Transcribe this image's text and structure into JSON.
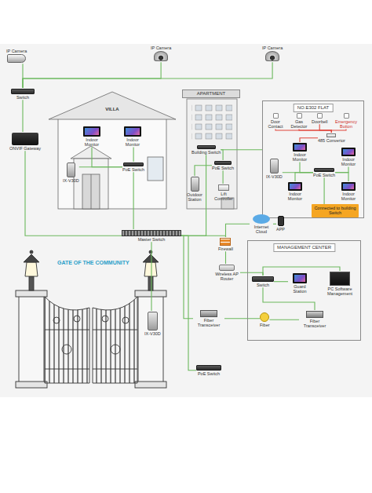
{
  "diagram": {
    "nodes": [
      {
        "text": [
          "IP Camera"
        ]
      },
      {
        "text": [
          "IP Camera"
        ]
      },
      {
        "text": [
          "IP Camera"
        ]
      },
      {
        "text": [
          "Switch"
        ]
      },
      {
        "text": [
          "ONVIF Gateway"
        ]
      },
      {
        "text": [
          "VILLA"
        ]
      },
      {
        "text": [
          "Indoor Monitor"
        ],
        "in": 5
      },
      {
        "text": [
          "Indoor Monitor"
        ],
        "in": 5
      },
      {
        "text": [
          "PoE Switch"
        ],
        "in": 5
      },
      {
        "text": [
          "IX-V30D"
        ],
        "in": 5
      },
      {
        "text": [
          "APARTMENT"
        ]
      },
      {
        "text": [
          "Building Switch"
        ],
        "in": 10
      },
      {
        "text": [
          "PoE Switch"
        ],
        "in": 10
      },
      {
        "text": [
          "Outdoor Station"
        ],
        "in": 10
      },
      {
        "text": [
          "Lift Controller"
        ],
        "in": 10
      },
      {
        "text": [
          "NO.E302 FLAT"
        ]
      },
      {
        "text": [
          "Gas Detector"
        ],
        "in": 15
      },
      {
        "text": [
          "Door Contact"
        ],
        "in": 15
      },
      {
        "text": [
          "Doorbell"
        ],
        "in": 15
      },
      {
        "text": [
          "Emergency Button"
        ],
        "in": 15
      },
      {
        "text": [
          "485 Convertor"
        ],
        "in": 15
      },
      {
        "text": [
          "IX-V30D"
        ],
        "in": 15
      },
      {
        "text": [
          "Indoor Monitor"
        ],
        "in": 15
      },
      {
        "text": [
          "Indoor Monitor"
        ],
        "in": 15
      },
      {
        "text": [
          "PoE Switch"
        ],
        "in": 15
      },
      {
        "text": [
          "Indoor Monitor"
        ],
        "in": 15
      },
      {
        "text": [
          "Indoor Monitor"
        ],
        "in": 15
      },
      {
        "text": [
          "Connected to building Switch"
        ],
        "in": 15
      },
      {
        "text": [
          "Master Switch"
        ]
      },
      {
        "text": [
          "Internet Cloud"
        ]
      },
      {
        "text": [
          "APP"
        ]
      },
      {
        "text": [
          "Firewall"
        ]
      },
      {
        "text": [
          "Wireless AP Router"
        ]
      },
      {
        "text": [
          "MANAGEMENT CENTER"
        ]
      },
      {
        "text": [
          "Switch"
        ],
        "in": 33
      },
      {
        "text": [
          "Guard Station"
        ],
        "in": 33
      },
      {
        "text": [
          "PC Software Management"
        ],
        "in": 33
      },
      {
        "text": [
          "Fiber Transceiver"
        ]
      },
      {
        "text": [
          "Fiber"
        ],
        "in": 33
      },
      {
        "text": [
          "Fiber Transceiver"
        ],
        "in": 33
      },
      {
        "text": [
          "IX-V30D"
        ]
      },
      {
        "text": [
          "PoE Switch"
        ]
      }
    ],
    "edges": [
      {
        "from": 3,
        "to": 0,
        "arrow": "none"
      },
      {
        "from": 3,
        "to": 1,
        "arrow": "none"
      },
      {
        "from": 3,
        "to": 2,
        "arrow": "none"
      },
      {
        "from": 3,
        "to": 4,
        "arrow": "none"
      },
      {
        "from": 4,
        "to": 28,
        "arrow": "none"
      },
      {
        "from": 8,
        "to": 28,
        "arrow": "none"
      },
      {
        "from": 8,
        "to": 6,
        "arrow": "none"
      },
      {
        "from": 8,
        "to": 7,
        "arrow": "none"
      },
      {
        "from": 8,
        "to": 9,
        "arrow": "none"
      },
      {
        "from": 11,
        "to": 28,
        "arrow": "none"
      },
      {
        "from": 11,
        "to": 12,
        "arrow": "none"
      },
      {
        "from": 12,
        "to": 13,
        "arrow": "none"
      },
      {
        "from": 12,
        "to": 14,
        "arrow": "none"
      },
      {
        "from": 11,
        "to": 15,
        "arrow": "none"
      },
      {
        "from": 24,
        "to": 21,
        "arrow": "none"
      },
      {
        "from": 24,
        "to": 22,
        "arrow": "none"
      },
      {
        "from": 24,
        "to": 23,
        "arrow": "none"
      },
      {
        "from": 24,
        "to": 25,
        "arrow": "none"
      },
      {
        "from": 24,
        "to": 26,
        "arrow": "none"
      },
      {
        "from": 24,
        "to": 27,
        "arrow": "none"
      },
      {
        "from": 20,
        "to": 16,
        "arrow": "none"
      },
      {
        "from": 20,
        "to": 17,
        "arrow": "none"
      },
      {
        "from": 20,
        "to": 18,
        "arrow": "none"
      },
      {
        "from": 20,
        "to": 19,
        "arrow": "none"
      },
      {
        "from": 20,
        "to": 22,
        "arrow": "none"
      },
      {
        "from": 28,
        "to": 31,
        "arrow": "none"
      },
      {
        "from": 31,
        "to": 29,
        "arrow": "none"
      },
      {
        "from": 29,
        "to": 30,
        "arrow": "none"
      },
      {
        "from": 31,
        "to": 32,
        "arrow": "none"
      },
      {
        "from": 32,
        "to": 34,
        "arrow": "none"
      },
      {
        "from": 34,
        "to": 35,
        "arrow": "none"
      },
      {
        "from": 34,
        "to": 36,
        "arrow": "none"
      },
      {
        "from": 28,
        "to": 37,
        "arrow": "none"
      },
      {
        "from": 37,
        "to": 38,
        "arrow": "none"
      },
      {
        "from": 38,
        "to": 39,
        "arrow": "none"
      },
      {
        "from": 39,
        "to": 34,
        "arrow": "none"
      },
      {
        "from": 28,
        "to": 40,
        "arrow": "none"
      },
      {
        "from": 28,
        "to": 41,
        "arrow": "none"
      }
    ],
    "labels": [
      "GATE OF THE COMMUNITY"
    ]
  }
}
